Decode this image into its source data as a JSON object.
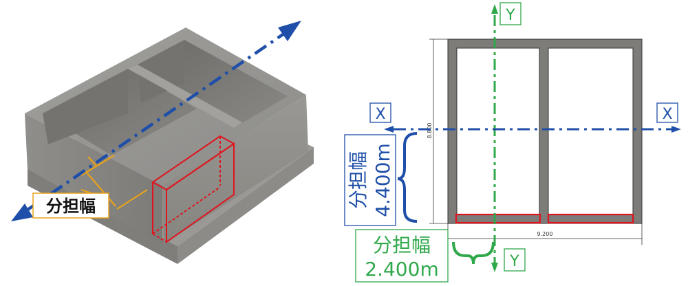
{
  "iso_view": {
    "width_label": "分担幅"
  },
  "plan_view": {
    "axis_x_left": "X",
    "axis_x_right": "X",
    "axis_y_top": "Y",
    "axis_y_bottom": "Y",
    "height_dim": "8.800",
    "width_dim": "9.200",
    "blue_label_line1": "分担幅",
    "blue_label_line2": "4.400m",
    "green_label_line1": "分担幅",
    "green_label_line2": "2.400m"
  },
  "colors": {
    "x_axis_blue": "#1f4fa8",
    "y_axis_green": "#2fa84a",
    "highlight_red": "#e0141e",
    "bracket_yellow": "#e8a21a",
    "concrete": "#8a8a88"
  }
}
